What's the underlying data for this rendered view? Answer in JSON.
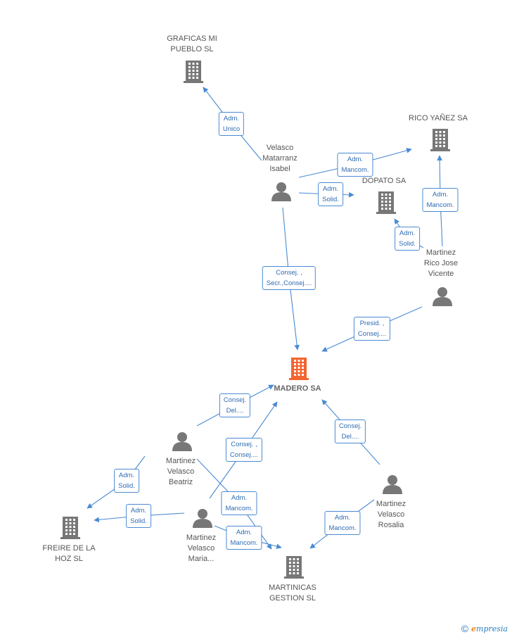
{
  "colors": {
    "edge": "#4a8ad4",
    "node": "#777777",
    "focus": "#f26430"
  },
  "nodes": {
    "madero": {
      "label": "MADERO SA",
      "type": "company",
      "focus": true
    },
    "graficas": {
      "label": "GRAFICAS MI\nPUEBLO SL",
      "type": "company"
    },
    "rico_yanez": {
      "label": "RICO YAÑEZ SA",
      "type": "company"
    },
    "dopato": {
      "label": "DOPATO SA",
      "type": "company"
    },
    "freire": {
      "label": "FREIRE DE LA\nHOZ SL",
      "type": "company"
    },
    "martinicas": {
      "label": "MARTINICAS\nGESTION  SL",
      "type": "company"
    },
    "velasco_isabel": {
      "label": "Velasco\nMatarranz\nIsabel",
      "type": "person"
    },
    "rico_jose": {
      "label": "Martinez\nRico Jose\nVicente",
      "type": "person"
    },
    "velasco_beatriz": {
      "label": "Martinez\nVelasco\nBeatriz",
      "type": "person"
    },
    "velasco_maria": {
      "label": "Martinez\nVelasco\nMaria...",
      "type": "person"
    },
    "velasco_rosalia": {
      "label": "Martinez\nVelasco\nRosalia",
      "type": "person"
    }
  },
  "edges": [
    {
      "id": "e1",
      "label": "Adm.\nUnico"
    },
    {
      "id": "e2",
      "label": "Adm.\nMancom."
    },
    {
      "id": "e3",
      "label": "Adm.\nSolid."
    },
    {
      "id": "e4",
      "label": "Consej. ,\nSecr.,Consej...."
    },
    {
      "id": "e5",
      "label": "Adm.\nMancom."
    },
    {
      "id": "e6",
      "label": "Adm.\nSolid."
    },
    {
      "id": "e7",
      "label": "Presid. ,\nConsej...."
    },
    {
      "id": "e8",
      "label": "Consej.\nDel...."
    },
    {
      "id": "e9",
      "label": "Adm.\nSolid."
    },
    {
      "id": "e10",
      "label": "Adm.\nMancom."
    },
    {
      "id": "e11",
      "label": "Consej. ,\nConsej...."
    },
    {
      "id": "e12",
      "label": "Adm.\nSolid."
    },
    {
      "id": "e13",
      "label": "Adm.\nMancom."
    },
    {
      "id": "e14",
      "label": "Consej.\nDel...."
    },
    {
      "id": "e15",
      "label": "Adm.\nMancom."
    }
  ],
  "footer": {
    "symbol": "©",
    "brand_initial": "e",
    "brand_rest": "mpresia"
  }
}
